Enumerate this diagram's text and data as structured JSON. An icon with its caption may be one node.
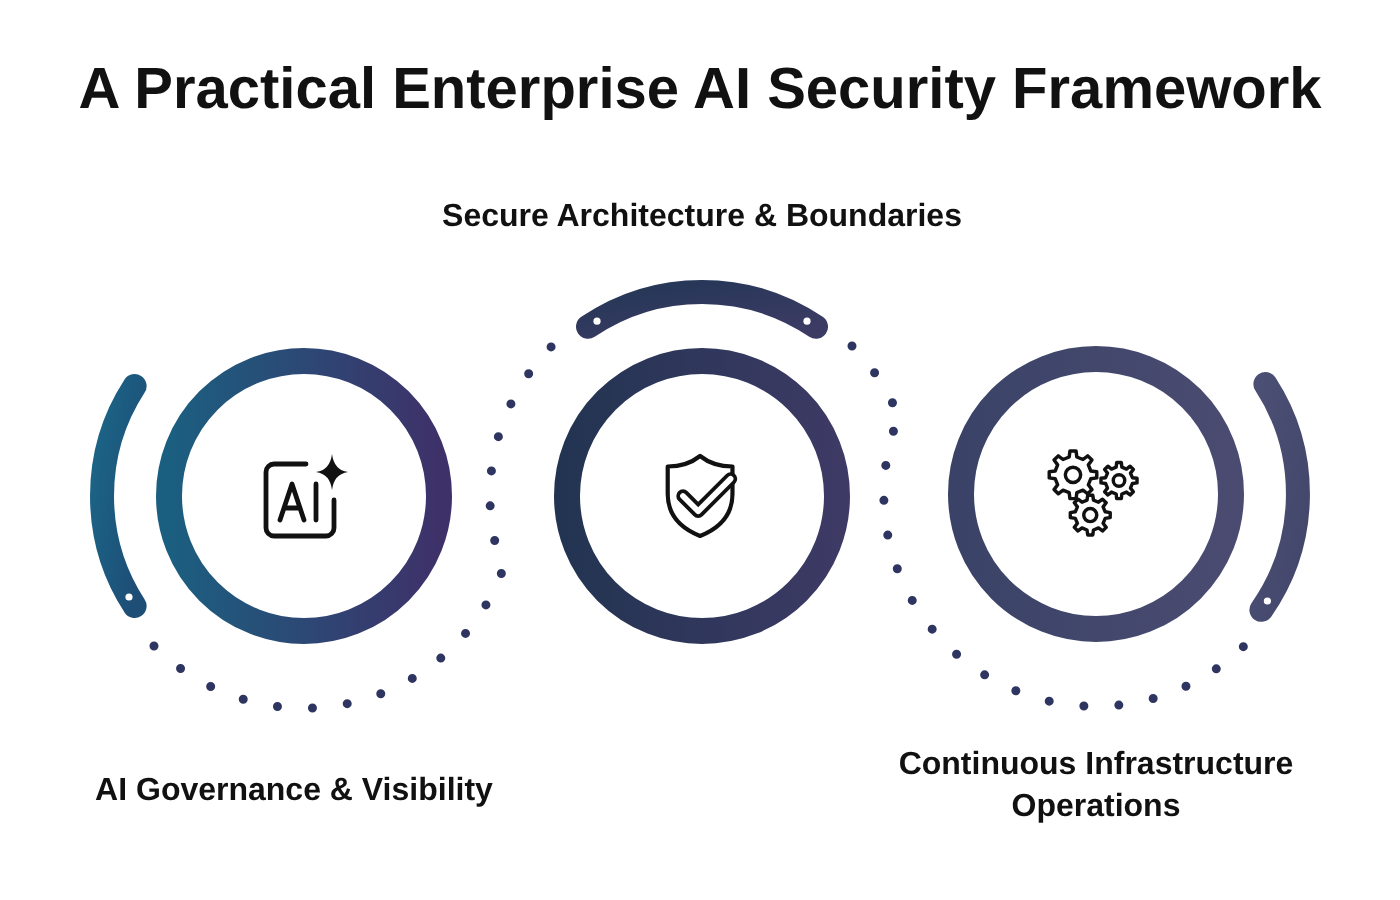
{
  "diagram": {
    "title": "A Practical Enterprise AI Security Framework",
    "nodes": [
      {
        "text": [],
        "shape": "circle"
      },
      {
        "text": [],
        "shape": "circle"
      },
      {
        "text": [],
        "shape": "circle"
      }
    ],
    "edges": [
      {
        "from": 0,
        "to": 1,
        "arrow": "none",
        "style": "dashed"
      },
      {
        "from": 1,
        "to": 2,
        "arrow": "none",
        "style": "dashed"
      }
    ],
    "labels": [
      "Secure Architecture & Boundaries",
      "AI Governance & Visibility",
      "Continuous Infrastructure Operations"
    ]
  }
}
